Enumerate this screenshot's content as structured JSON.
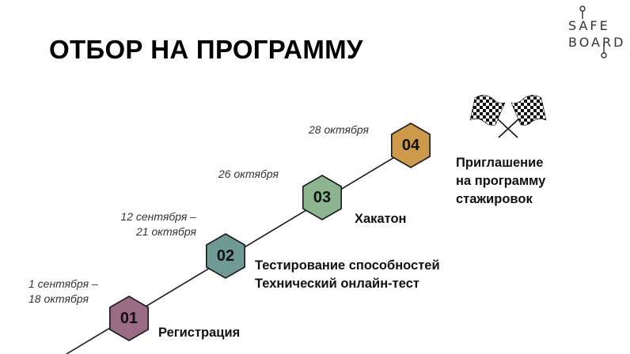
{
  "title": "ОТБОР НА ПРОГРАММУ",
  "logo": {
    "line1": "SAFE",
    "line2": "BOARD"
  },
  "colors": {
    "step1": "#9a6c86",
    "step2": "#6f9a96",
    "step3": "#8bb48f",
    "step4": "#cc9a4a",
    "line": "#1a1a1a"
  },
  "icons": [
    "crossed-checkered-flags-icon"
  ],
  "steps": [
    {
      "num": "01",
      "date_line1": "1 сентября –",
      "date_line2": "18 октября",
      "label_line1": "Регистрация",
      "label_line2": ""
    },
    {
      "num": "02",
      "date_line1": "12 сентября –",
      "date_line2": "21 октября",
      "label_line1": "Тестирование способностей",
      "label_line2": "Технический онлайн-тест"
    },
    {
      "num": "03",
      "date_line1": "26 октября",
      "date_line2": "",
      "label_line1": "Хакатон",
      "label_line2": ""
    },
    {
      "num": "04",
      "date_line1": "28 октября",
      "date_line2": "",
      "label_line1": "Приглашение",
      "label_line2": "на программу",
      "label_line3": "стажировок"
    }
  ]
}
